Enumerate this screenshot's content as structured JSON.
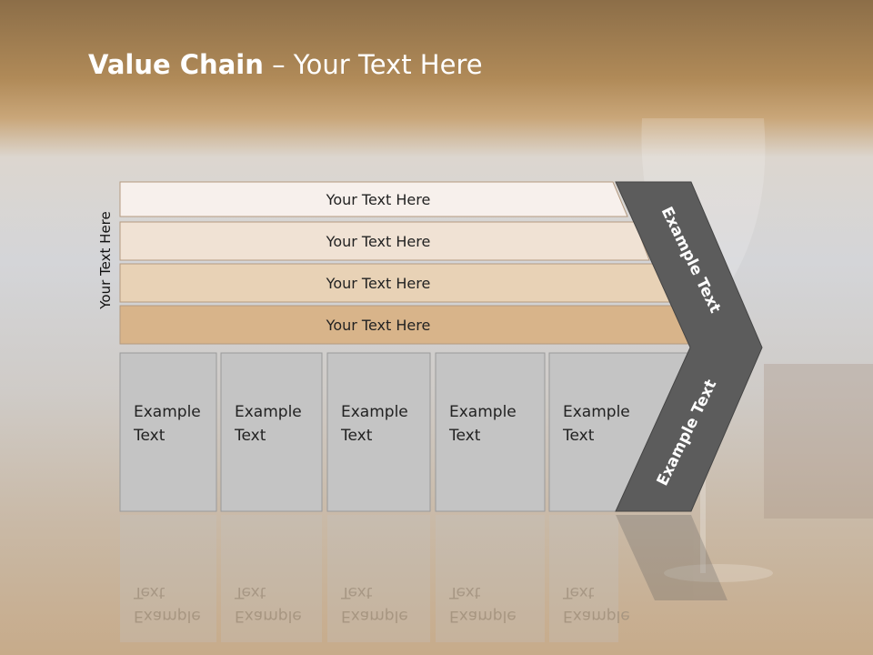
{
  "title": {
    "bold": "Value Chain",
    "rest": " – Your Text Here"
  },
  "side_label": "Your Text Here",
  "bars": [
    {
      "label": "Your Text Here",
      "color": "#f7f0ec"
    },
    {
      "label": "Your Text Here",
      "color": "#f0e2d4"
    },
    {
      "label": "Your Text Here",
      "color": "#e8d2b6"
    },
    {
      "label": "Your Text Here",
      "color": "#d8b48a"
    }
  ],
  "boxes": [
    {
      "line1": "Example",
      "line2": "Text"
    },
    {
      "line1": "Example",
      "line2": "Text"
    },
    {
      "line1": "Example",
      "line2": "Text"
    },
    {
      "line1": "Example",
      "line2": "Text"
    },
    {
      "line1": "Example",
      "line2": "Text"
    }
  ],
  "chevron": {
    "top_label": "Example Text",
    "bottom_label": "Example Text",
    "color": "#5c5c5c"
  },
  "colors": {
    "header": "#b78e55",
    "box_fill": "#c4c4c4"
  }
}
